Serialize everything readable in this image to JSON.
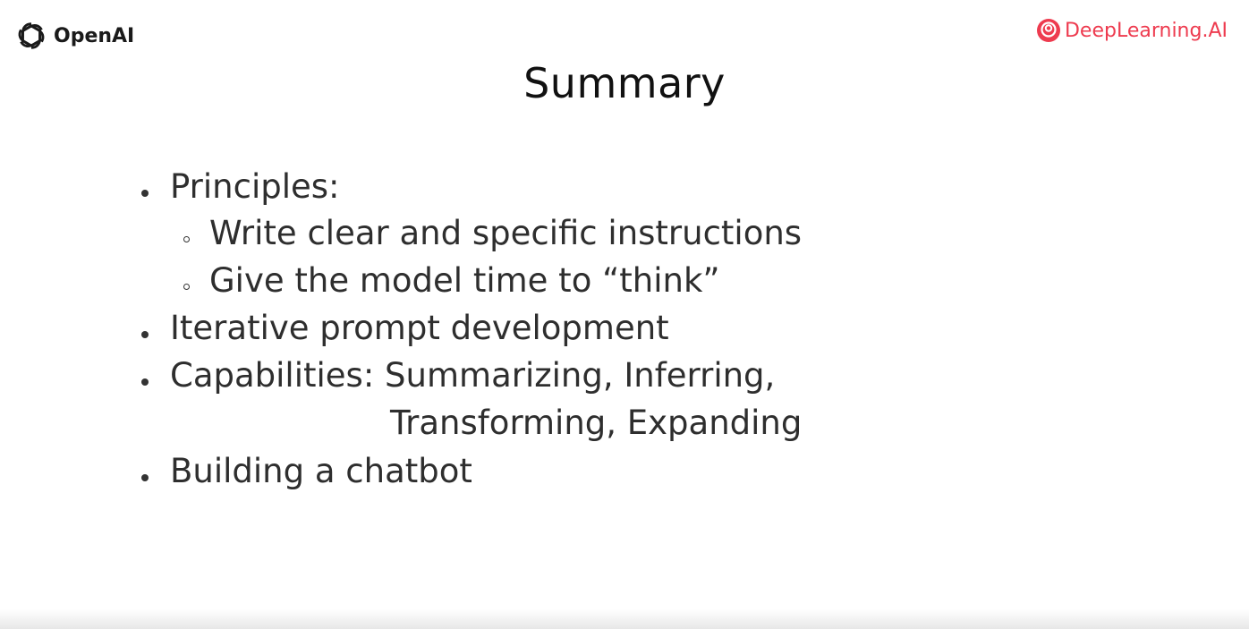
{
  "logos": {
    "left_name": "OpenAI",
    "right_name": "DeepLearning.AI",
    "left_icon": "openai-knot-icon",
    "right_icon": "deeplearning-ai-circle-icon",
    "right_color": "#ee3b4f"
  },
  "slide": {
    "title": "Summary",
    "bullets": [
      {
        "text": "Principles:",
        "sub": [
          "Write clear and specific instructions",
          "Give the model time to “think”"
        ]
      },
      {
        "text": "Iterative prompt development"
      },
      {
        "text": "Capabilities: Summarizing, Inferring,",
        "continuation": "Transforming, Expanding"
      },
      {
        "text": "Building a chatbot"
      }
    ]
  }
}
